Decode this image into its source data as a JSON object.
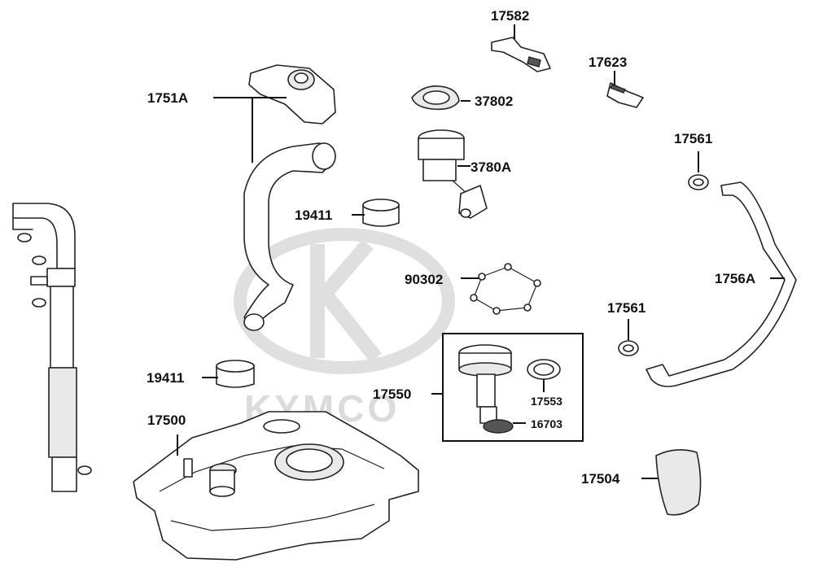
{
  "watermark": {
    "brand": "KYMCO"
  },
  "callouts": [
    {
      "id": "c17582",
      "part_no": "17582"
    },
    {
      "id": "c17623",
      "part_no": "17623"
    },
    {
      "id": "c1751A",
      "part_no": "1751A"
    },
    {
      "id": "c37802",
      "part_no": "37802"
    },
    {
      "id": "c3780A",
      "part_no": "3780A"
    },
    {
      "id": "c17561a",
      "part_no": "17561"
    },
    {
      "id": "c19411a",
      "part_no": "19411"
    },
    {
      "id": "c90302",
      "part_no": "90302"
    },
    {
      "id": "c1756A",
      "part_no": "1756A"
    },
    {
      "id": "c17561b",
      "part_no": "17561"
    },
    {
      "id": "c19411b",
      "part_no": "19411"
    },
    {
      "id": "c17550",
      "part_no": "17550"
    },
    {
      "id": "c17553",
      "part_no": "17553"
    },
    {
      "id": "c16703",
      "part_no": "16703"
    },
    {
      "id": "c17500",
      "part_no": "17500"
    },
    {
      "id": "c17504",
      "part_no": "17504"
    }
  ],
  "colors": {
    "line": "#111111",
    "watermark": "#d8d8d8",
    "background": "#ffffff"
  }
}
